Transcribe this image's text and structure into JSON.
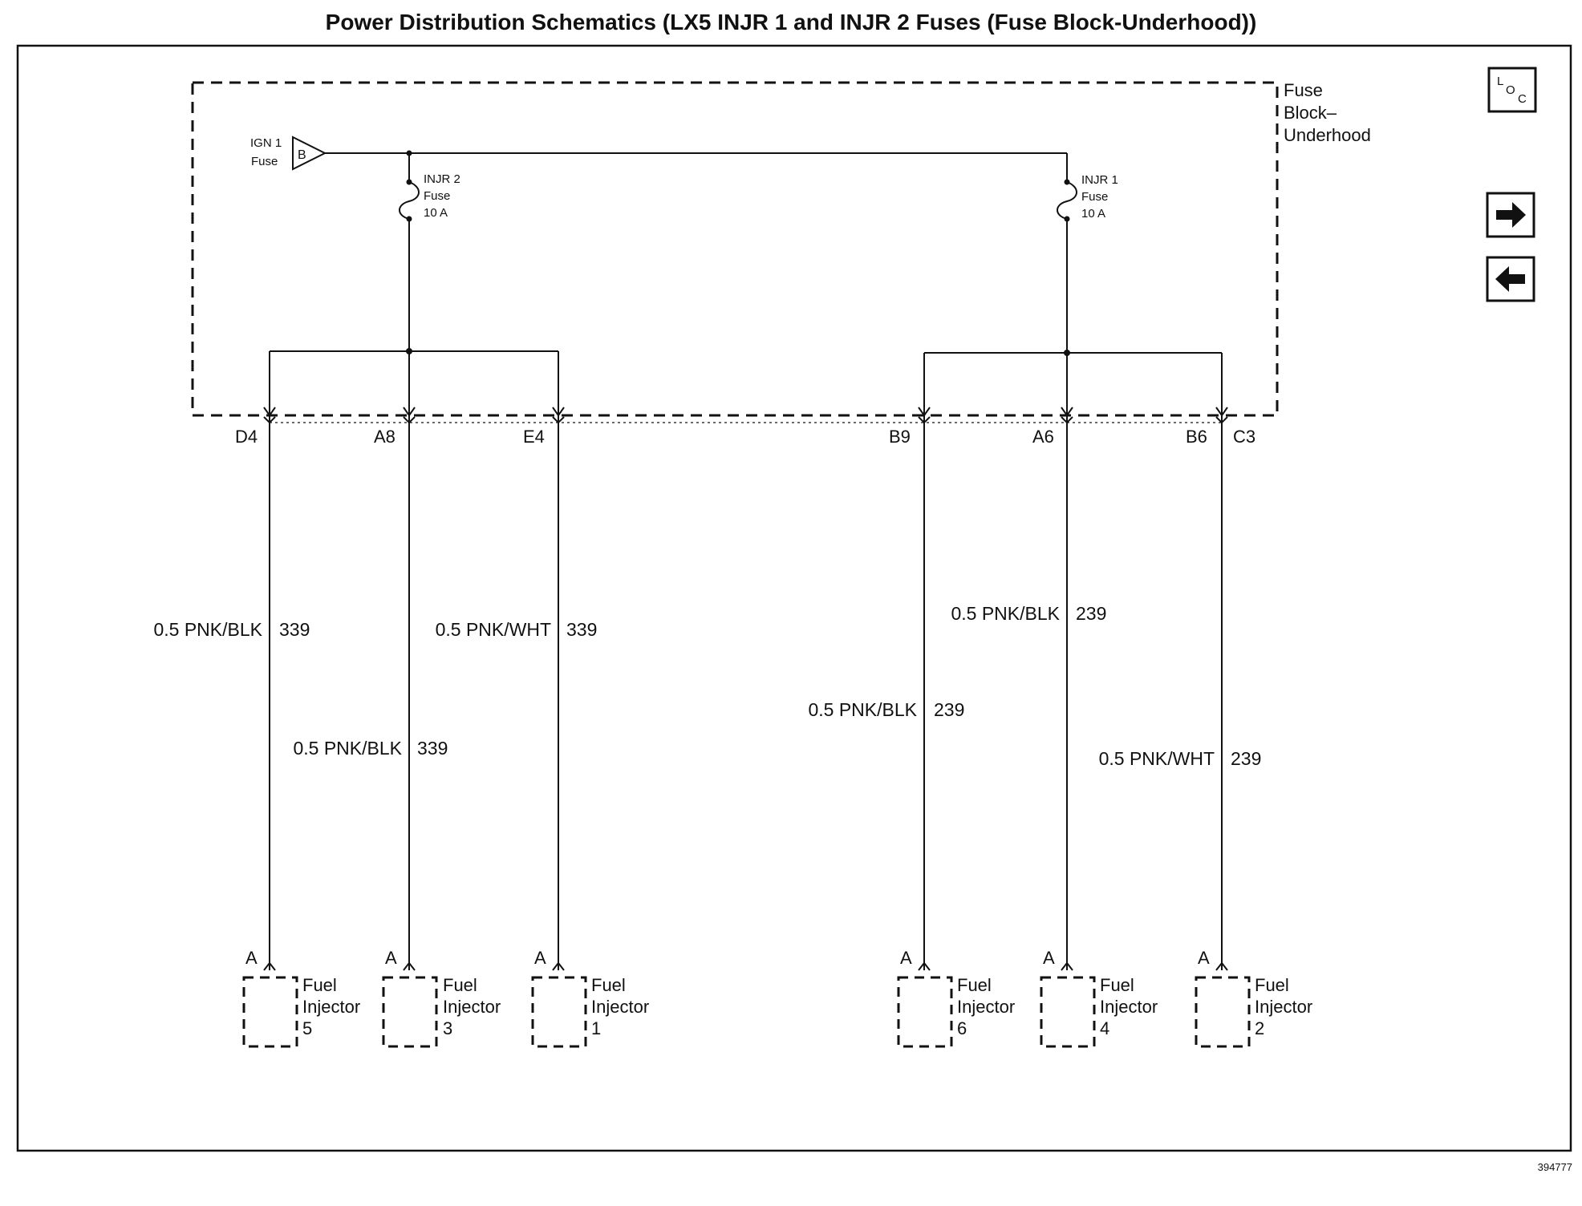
{
  "title": "Power Distribution Schematics (LX5 INJR 1 and INJR 2 Fuses (Fuse Block-Underhood))",
  "figure_id": "394777",
  "fuse_block": {
    "label_lines": [
      "Fuse",
      "Block–",
      "Underhood"
    ]
  },
  "ign_fuse": {
    "label_lines": [
      "IGN 1",
      "Fuse"
    ],
    "connector": "B"
  },
  "fuses": [
    {
      "id": "injr2",
      "label_lines": [
        "INJR 2",
        "Fuse",
        "10 A"
      ]
    },
    {
      "id": "injr1",
      "label_lines": [
        "INJR 1",
        "Fuse",
        "10 A"
      ]
    }
  ],
  "pins": [
    "D4",
    "A8",
    "E4",
    "B9",
    "A6",
    "B6",
    "C3"
  ],
  "wires": [
    {
      "label": "0.5 PNK/BLK",
      "circuit": "339"
    },
    {
      "label": "0.5 PNK/BLK",
      "circuit": "339"
    },
    {
      "label": "0.5 PNK/WHT",
      "circuit": "339"
    },
    {
      "label": "0.5 PNK/BLK",
      "circuit": "239"
    },
    {
      "label": "0.5 PNK/BLK",
      "circuit": "239"
    },
    {
      "label": "0.5 PNK/WHT",
      "circuit": "239"
    }
  ],
  "injectors": [
    {
      "pin": "A",
      "lines": [
        "Fuel",
        "Injector",
        "5"
      ]
    },
    {
      "pin": "A",
      "lines": [
        "Fuel",
        "Injector",
        "3"
      ]
    },
    {
      "pin": "A",
      "lines": [
        "Fuel",
        "Injector",
        "1"
      ]
    },
    {
      "pin": "A",
      "lines": [
        "Fuel",
        "Injector",
        "6"
      ]
    },
    {
      "pin": "A",
      "lines": [
        "Fuel",
        "Injector",
        "4"
      ]
    },
    {
      "pin": "A",
      "lines": [
        "Fuel",
        "Injector",
        "2"
      ]
    }
  ],
  "nav": {
    "loc_big": "L",
    "loc_o": "O",
    "loc_c": "C",
    "next_icon": "arrow-right-icon",
    "prev_icon": "arrow-left-icon"
  }
}
